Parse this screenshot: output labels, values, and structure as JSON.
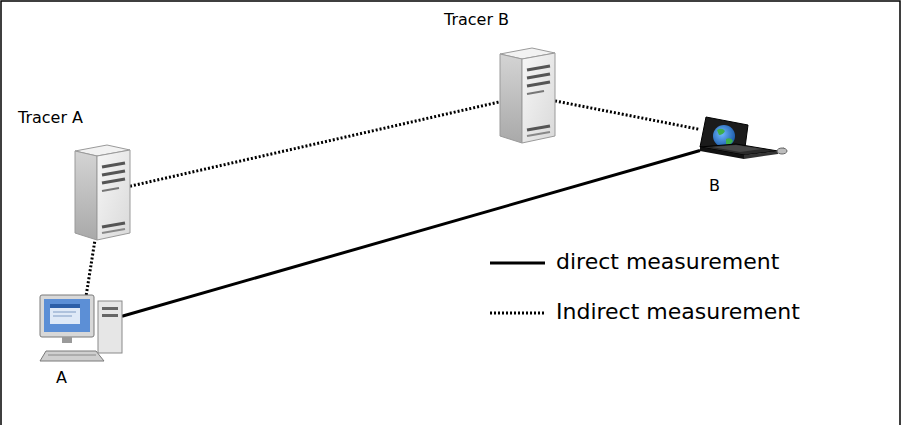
{
  "diagram": {
    "nodes": [
      {
        "text": [
          "Tracer A"
        ]
      },
      {
        "text": [
          "Tracer B"
        ]
      },
      {
        "text": [
          "A"
        ]
      },
      {
        "text": [
          "B"
        ]
      }
    ],
    "edges": [
      {
        "from": 2,
        "to": 0,
        "arrow": "none"
      },
      {
        "from": 0,
        "to": 1,
        "arrow": "none"
      },
      {
        "from": 1,
        "to": 3,
        "arrow": "none"
      },
      {
        "from": 2,
        "to": 3,
        "arrow": "none"
      }
    ],
    "legend": [
      {
        "text": "direct measurement"
      },
      {
        "text": "Indirect measurement"
      }
    ]
  }
}
